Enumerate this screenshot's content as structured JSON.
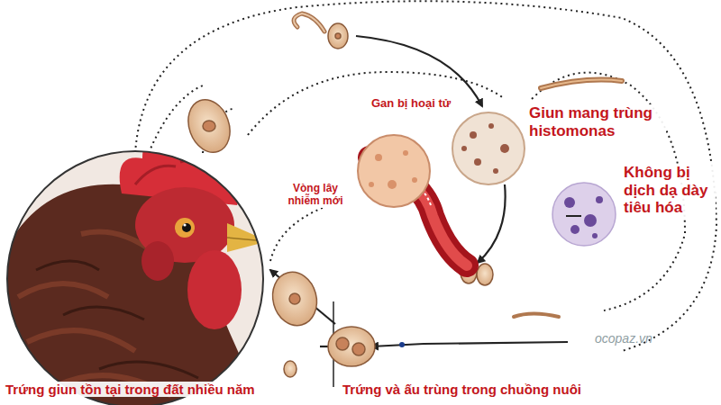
{
  "diagram": {
    "labels": [
      "Gan bị hoại tử",
      "Giun mang trùng histomonas",
      "Vòng lây nhiễm mới",
      "Không bị dịch dạ dày tiêu hóa",
      "Trứng giun tồn tại trong đất nhiều năm",
      "Trứng và ấu trùng trong chuồng nuôi",
      "ocopaz.vn"
    ]
  }
}
